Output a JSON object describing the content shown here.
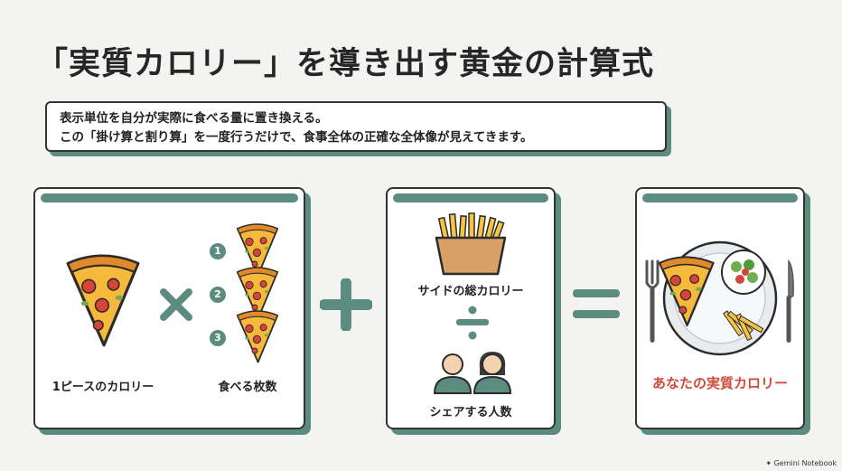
{
  "title": "「実質カロリー」を導き出す黄金の計算式",
  "description": {
    "line1": "表示単位を自分が実際に食べる量に置き換える。",
    "line2": "この「掛け算と割り算」を一度行うだけで、食事全体の正確な全体像が見えてきます。"
  },
  "card1": {
    "left_label": "1ピースのカロリー",
    "right_label": "食べる枚数",
    "step_numbers": [
      "1",
      "2",
      "3"
    ]
  },
  "card2": {
    "top_label": "サイドの総カロリー",
    "bottom_label": "シェアする人数"
  },
  "card3": {
    "label": "あなたの実質カロリー"
  },
  "footer": {
    "logo_text": "Gemini Notebook"
  },
  "colors": {
    "accent": "#5c8c80",
    "highlight": "#d14a3a",
    "background": "#f3f4f2"
  },
  "icons": [
    "pizza-slice-icon",
    "multiply-icon",
    "plus-icon",
    "fries-icon",
    "divide-icon",
    "people-icon",
    "equals-icon",
    "meal-plate-icon",
    "fork-icon",
    "knife-icon"
  ]
}
